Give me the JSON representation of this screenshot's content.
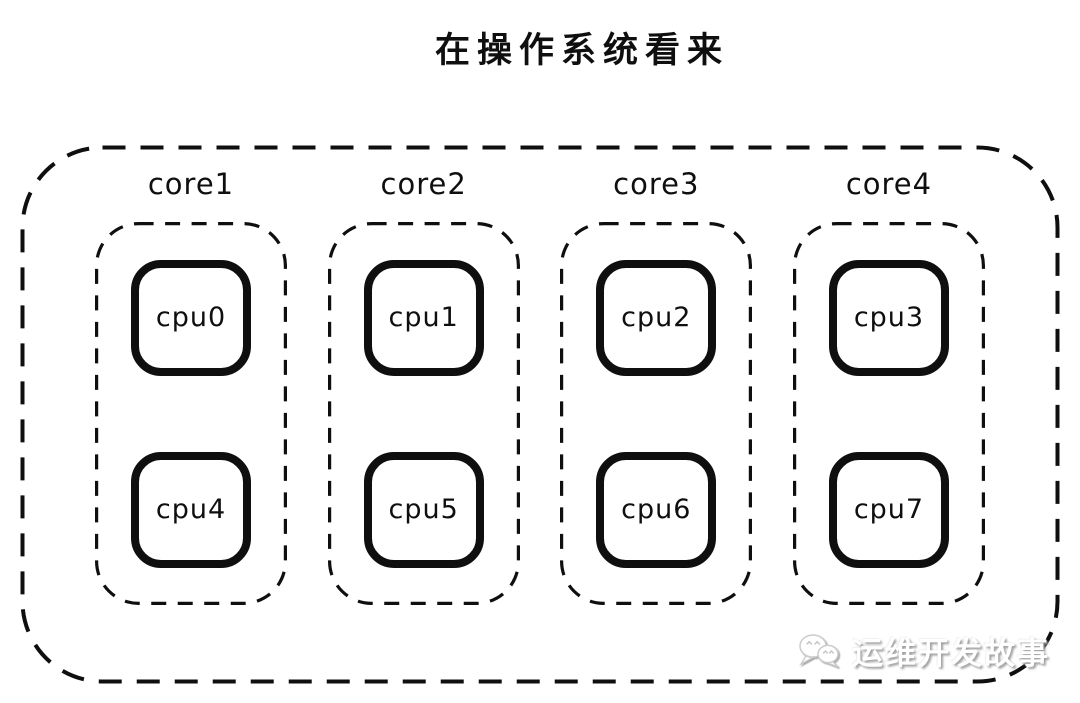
{
  "title": "在操作系统看来",
  "diagram": {
    "cores": [
      {
        "label": "core1",
        "cpus": [
          "cpu0",
          "cpu4"
        ]
      },
      {
        "label": "core2",
        "cpus": [
          "cpu1",
          "cpu5"
        ]
      },
      {
        "label": "core3",
        "cpus": [
          "cpu2",
          "cpu6"
        ]
      },
      {
        "label": "core4",
        "cpus": [
          "cpu3",
          "cpu7"
        ]
      }
    ]
  },
  "watermark": {
    "text": "运维开发故事",
    "icon": "wechat-icon"
  },
  "colors": {
    "stroke": "#0f0f0f",
    "background": "#ffffff",
    "watermark_text": "#ffffff",
    "watermark_shadow": "#9e9e9e"
  }
}
